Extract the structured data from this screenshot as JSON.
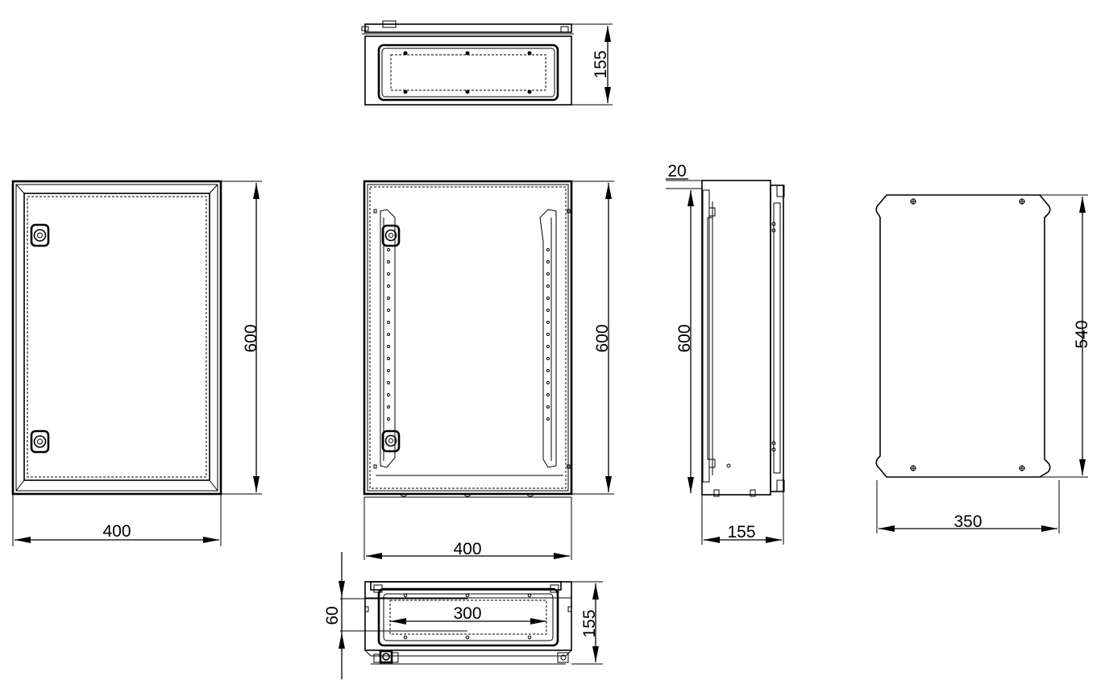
{
  "dimensions": {
    "top_view_depth": "155",
    "front_door_height": "600",
    "front_door_width": "400",
    "front_open_height": "600",
    "front_open_width": "400",
    "side_flange": "20",
    "side_height": "600",
    "side_depth": "155",
    "mount_plate_height": "540",
    "mount_plate_width": "350",
    "bottom_gland_height": "60",
    "bottom_gland_width": "300",
    "bottom_view_depth": "155"
  }
}
